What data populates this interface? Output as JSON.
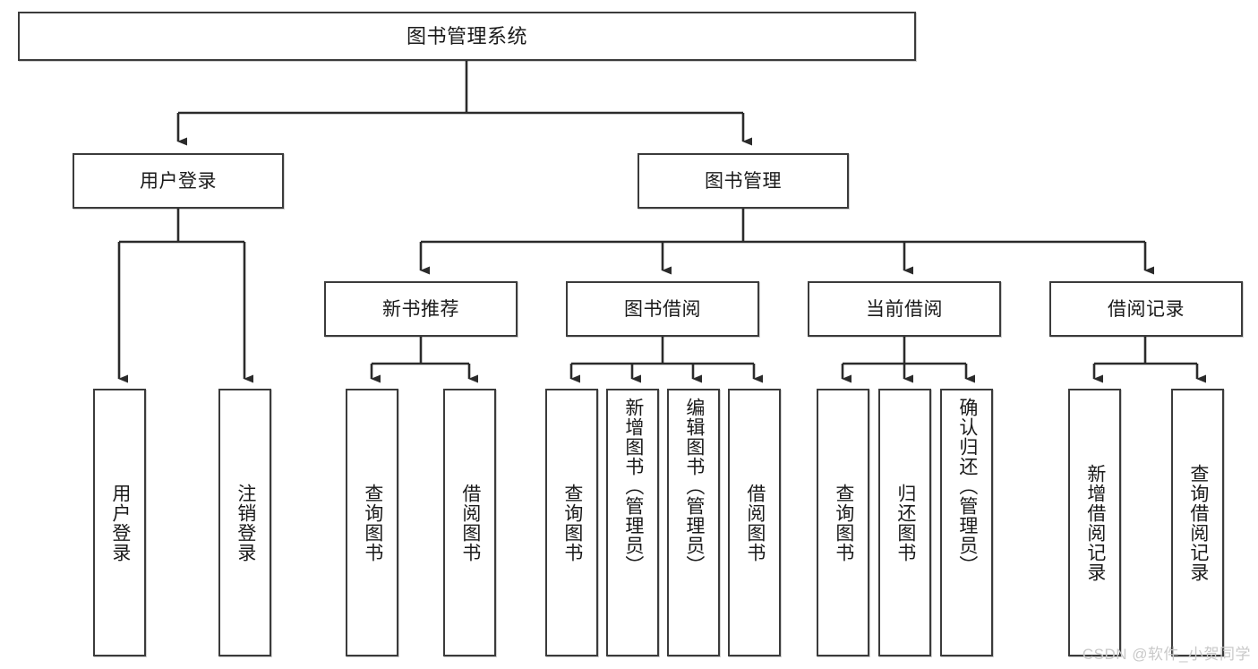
{
  "diagram": {
    "type": "tree-hierarchy",
    "title": "图书管理系统",
    "watermark": "CSDN @软件_小贺同学",
    "colors": {
      "node_border": "#3b3b3b",
      "node_fill": "#ffffff",
      "connector": "#2b2b2b",
      "text": "#1a1a1a",
      "watermark": "#c9c9c9"
    },
    "levels": {
      "level1": [
        "图书管理系统"
      ],
      "level2": [
        "用户登录",
        "图书管理"
      ],
      "level3": [
        "新书推荐",
        "图书借阅",
        "当前借阅",
        "借阅记录"
      ],
      "level4": [
        "用户登录",
        "注销登录",
        "查询图书",
        "借阅图书",
        "查询图书",
        "新增图书（管理员）",
        "编辑图书（管理员）",
        "借阅图书",
        "查询图书",
        "归还图书",
        "确认归还（管理员）",
        "新增借阅记录",
        "查询借阅记录"
      ]
    },
    "nodes": {
      "root": {
        "label": "图书管理系统"
      },
      "user_login": {
        "label": "用户登录"
      },
      "book_manage": {
        "label": "图书管理"
      },
      "new_book_rec": {
        "label": "新书推荐"
      },
      "book_borrow": {
        "label": "图书借阅"
      },
      "current_borrow": {
        "label": "当前借阅"
      },
      "borrow_record": {
        "label": "借阅记录"
      },
      "leaf_user_login": {
        "label": "用户登录"
      },
      "leaf_logout": {
        "label": "注销登录"
      },
      "leaf_query_book_a": {
        "label": "查询图书"
      },
      "leaf_borrow_book_a": {
        "label": "借阅图书"
      },
      "leaf_query_book_b": {
        "label": "查询图书"
      },
      "leaf_add_book": {
        "label": "新增图书（管理员）"
      },
      "leaf_edit_book": {
        "label": "编辑图书（管理员）"
      },
      "leaf_borrow_book_b": {
        "label": "借阅图书"
      },
      "leaf_query_book_c": {
        "label": "查询图书"
      },
      "leaf_return_book": {
        "label": "归还图书"
      },
      "leaf_confirm_return": {
        "label": "确认归还（管理员）"
      },
      "leaf_add_record": {
        "label": "新增借阅记录"
      },
      "leaf_query_record": {
        "label": "查询借阅记录"
      }
    },
    "edges": [
      {
        "from": "root",
        "to": "user_login"
      },
      {
        "from": "root",
        "to": "book_manage"
      },
      {
        "from": "user_login",
        "to": "leaf_user_login"
      },
      {
        "from": "user_login",
        "to": "leaf_logout"
      },
      {
        "from": "book_manage",
        "to": "new_book_rec"
      },
      {
        "from": "book_manage",
        "to": "book_borrow"
      },
      {
        "from": "book_manage",
        "to": "current_borrow"
      },
      {
        "from": "book_manage",
        "to": "borrow_record"
      },
      {
        "from": "new_book_rec",
        "to": "leaf_query_book_a"
      },
      {
        "from": "new_book_rec",
        "to": "leaf_borrow_book_a"
      },
      {
        "from": "book_borrow",
        "to": "leaf_query_book_b"
      },
      {
        "from": "book_borrow",
        "to": "leaf_add_book"
      },
      {
        "from": "book_borrow",
        "to": "leaf_edit_book"
      },
      {
        "from": "book_borrow",
        "to": "leaf_borrow_book_b"
      },
      {
        "from": "current_borrow",
        "to": "leaf_query_book_c"
      },
      {
        "from": "current_borrow",
        "to": "leaf_return_book"
      },
      {
        "from": "current_borrow",
        "to": "leaf_confirm_return"
      },
      {
        "from": "borrow_record",
        "to": "leaf_add_record"
      },
      {
        "from": "borrow_record",
        "to": "leaf_query_record"
      }
    ]
  }
}
